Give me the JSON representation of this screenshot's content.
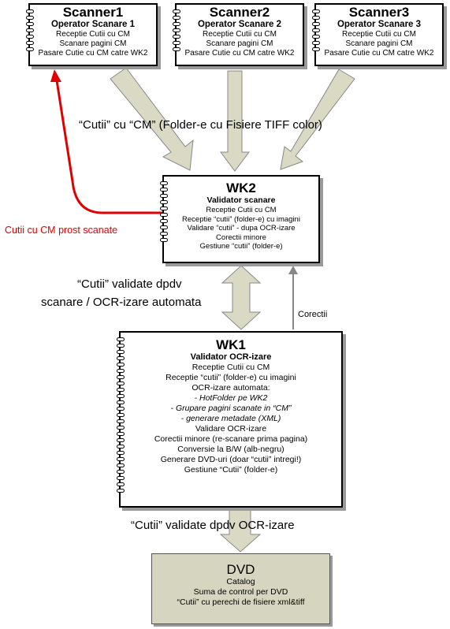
{
  "scanners": [
    {
      "title": "Scanner1",
      "operator": "Operator Scanare 1",
      "tasks": [
        "Receptie Cutii cu CM",
        "Scanare pagini CM",
        "Pasare Cutie cu CM catre WK2"
      ]
    },
    {
      "title": "Scanner2",
      "operator": "Operator Scanare 2",
      "tasks": [
        "Receptie Cutii cu CM",
        "Scanare pagini CM",
        "Pasare Cutie cu CM catre WK2"
      ]
    },
    {
      "title": "Scanner3",
      "operator": "Operator Scanare 3",
      "tasks": [
        "Receptie Cutii cu CM",
        "Scanare pagini CM",
        "Pasare Cutie cu CM catre WK2"
      ]
    }
  ],
  "flow_labels": {
    "scan_to_wk2": "“Cutii” cu “CM” (Folder-e cu Fisiere TIFF color)",
    "rejected": "Cutii cu CM prost scanate",
    "wk2_to_wk1_line1": "“Cutii” validate dpdv",
    "wk2_to_wk1_line2": "scanare / OCR-izare automata",
    "corrections": "Corectii",
    "wk1_to_dvd": "“Cutii” validate dpdv OCR-izare"
  },
  "wk2": {
    "title": "WK2",
    "subtitle": "Validator scanare",
    "tasks": [
      "Receptie Cutii cu CM",
      "Receptie “cutii” (folder-e) cu imagini",
      "Validare “cutii” - dupa OCR-izare",
      "Corectii minore",
      "Gestiune “cutii” (folder-e)"
    ]
  },
  "wk1": {
    "title": "WK1",
    "subtitle": "Validator OCR-izare",
    "tasks_top": [
      "Receptie Cutii cu CM",
      "Receptie “cutii” (folder-e) cu imagini",
      "OCR-izare automata:"
    ],
    "tasks_italic": [
      "- HotFolder pe WK2",
      "- Grupare pagini scanate in “CM”",
      "- generare metadate (XML)"
    ],
    "tasks_bottom": [
      "Validare OCR-izare",
      "Corectii minore (re-scanare prima pagina)",
      "Conversie la B/W (alb-negru)",
      "Generare DVD-uri (doar “cutii” intregi!)",
      "Gestiune “Cutii” (folder-e)"
    ]
  },
  "dvd": {
    "title": "DVD",
    "lines": [
      "Catalog",
      "Suma de control per DVD",
      "“Cutii” cu perechi de fisiere xml&tiff"
    ]
  },
  "colors": {
    "arrow_fill": "#d9d9c4",
    "dvd_fill": "#d6d6c0",
    "red_line": "#e00000",
    "shadow": "#9a9a9a"
  }
}
